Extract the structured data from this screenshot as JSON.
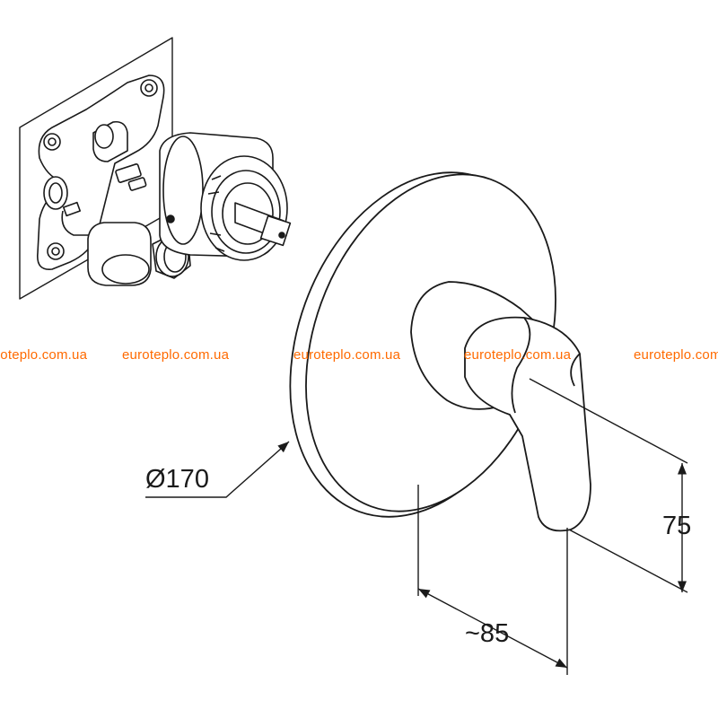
{
  "watermark": {
    "text": "euroteplo.com.ua",
    "color": "#ff6a00"
  },
  "dimensions": {
    "diameter": "Ø170",
    "depth": "~85",
    "height": "75"
  },
  "colors": {
    "line": "#1a1a1a",
    "background": "#ffffff"
  }
}
